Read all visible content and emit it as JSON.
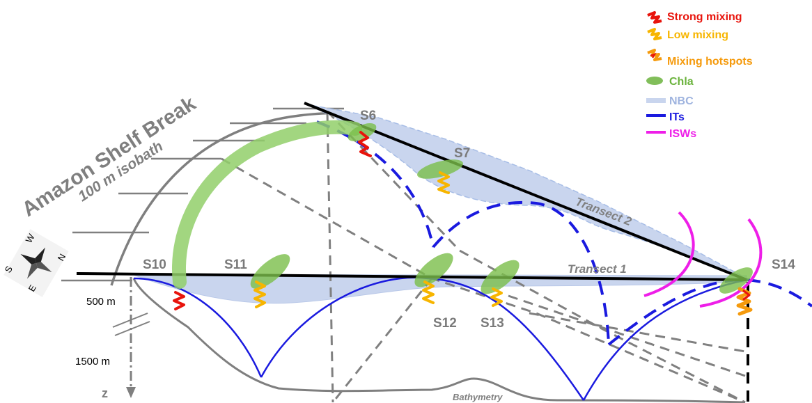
{
  "legend": {
    "items": [
      {
        "key": "strong",
        "label": "Strong mixing",
        "color": "#e8140c"
      },
      {
        "key": "low",
        "label": "Low mixing",
        "color": "#f7b500"
      },
      {
        "key": "hotspot",
        "label": "Mixing hotspots",
        "color": "#f59a0c"
      },
      {
        "key": "chla",
        "label": "Chla",
        "color": "#6bb33d"
      },
      {
        "key": "nbc",
        "label": "NBC",
        "color": "#9fb4df"
      },
      {
        "key": "its",
        "label": "ITs",
        "color": "#1a1adf"
      },
      {
        "key": "isws",
        "label": "ISWs",
        "color": "#ee1ee8"
      }
    ]
  },
  "labels": {
    "shelf_break": "Amazon Shelf Break",
    "isobath": "100 m isobath",
    "transect_1": "Transect 1",
    "transect_2": "Transect 2",
    "bathymetry": "Bathymetry",
    "depth_500": "500 m",
    "depth_1500": "1500 m",
    "z_axis": "z"
  },
  "stations": {
    "s6": "S6",
    "s7": "S7",
    "s10": "S10",
    "s11": "S11",
    "s12": "S12",
    "s13": "S13",
    "s14": "S14"
  },
  "compass": {
    "north": "N",
    "south": "S",
    "east": "E",
    "west": "W"
  },
  "colors": {
    "gray": "#7f7f7f",
    "black": "#000000",
    "nbc_fill": "#c9d5ee"
  }
}
